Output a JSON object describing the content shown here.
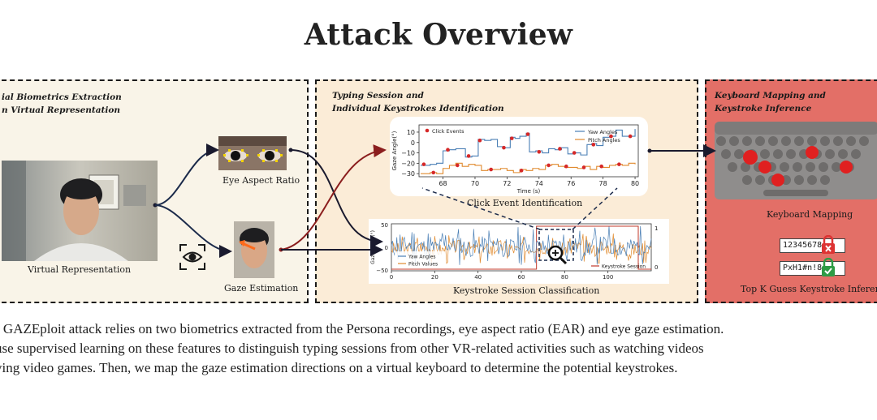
{
  "title": "Attack Overview",
  "panel1": {
    "title_line1": "ial Biometrics Extraction",
    "title_line2": "n Virtual Representation",
    "virtual_label": "Virtual Representation",
    "ear_label": "Eye Aspect Ratio",
    "gaze_label": "Gaze Estimation"
  },
  "panel2": {
    "title_line1": "Typing Session and",
    "title_line2": "Individual Keystrokes Identification",
    "click_label": "Click Event Identification",
    "session_label": "Keystroke Session Classification"
  },
  "panel3": {
    "title_line1": "Keyboard Mapping and",
    "title_line2": "Keystroke Inference",
    "mapping_label": "Keyboard Mapping",
    "guess_label": "Top K Guess Keystroke Inference",
    "password_a": "12345678",
    "password_b": "PxH1#n!8"
  },
  "chart_data": [
    {
      "type": "line",
      "title": "Click Event Identification",
      "xlabel": "Time (s)",
      "ylabel": "Gaze Angle(°)",
      "xlim": [
        66.5,
        80.2
      ],
      "ylim": [
        -33,
        17
      ],
      "xticks": [
        68,
        70,
        72,
        74,
        76,
        78,
        80
      ],
      "yticks": [
        10,
        0,
        -10,
        -20,
        -30
      ],
      "legend": "top-right",
      "series": [
        {
          "name": "Yaw Angles",
          "color": "#4a7fb5",
          "x": [
            66.6,
            67.2,
            67.6,
            68.0,
            68.4,
            68.8,
            69.0,
            69.4,
            69.8,
            70.2,
            70.6,
            71.0,
            71.4,
            71.8,
            72.2,
            72.5,
            72.8,
            73.2,
            73.4,
            73.8,
            74.2,
            74.6,
            75.0,
            75.4,
            75.8,
            76.2,
            76.6,
            77.0,
            77.3,
            77.6,
            78.0,
            78.4,
            78.8,
            79.2,
            79.6,
            80.0
          ],
          "y": [
            -22,
            -21,
            -20,
            -8,
            -7,
            -6,
            -6,
            -14,
            -13,
            3,
            2,
            3,
            -4,
            -5,
            5,
            4,
            6,
            9,
            -9,
            -8,
            -10,
            -6,
            -7,
            -5,
            -11,
            -10,
            -12,
            -2,
            -1,
            -3,
            5,
            6,
            12,
            6,
            6,
            13
          ]
        },
        {
          "name": "Pitch Angles",
          "color": "#e08a2e",
          "x": [
            66.6,
            67.2,
            67.6,
            68.0,
            68.4,
            68.8,
            69.2,
            69.6,
            70.0,
            70.4,
            70.8,
            71.2,
            71.6,
            72.0,
            72.4,
            72.8,
            73.2,
            73.6,
            74.0,
            74.4,
            74.8,
            75.2,
            75.6,
            76.0,
            76.4,
            76.8,
            77.2,
            77.6,
            78.0,
            78.4,
            78.8,
            79.2,
            79.6,
            80.0
          ],
          "y": [
            -30,
            -29,
            -30,
            -25,
            -22,
            -20,
            -23,
            -21,
            -22,
            -27,
            -26,
            -26,
            -25,
            -27,
            -29,
            -26,
            -27,
            -25,
            -26,
            -22,
            -21,
            -23,
            -24,
            -24,
            -25,
            -23,
            -26,
            -23,
            -24,
            -22,
            -21,
            -22,
            -20,
            -21
          ]
        }
      ],
      "markers": {
        "name": "Click Events",
        "color": "#d62828",
        "x": [
          66.8,
          67.4,
          68.3,
          68.9,
          69.6,
          70.3,
          71.0,
          71.8,
          72.3,
          72.9,
          73.3,
          74.0,
          74.6,
          75.3,
          75.7,
          76.2,
          76.8,
          77.4,
          77.9,
          78.5,
          79.0,
          79.7
        ],
        "y": [
          -21,
          -29,
          -7,
          -22,
          -13,
          2,
          -26,
          -5,
          4,
          -27,
          8,
          -9,
          -22,
          -6,
          -23,
          -10,
          -24,
          -2,
          -23,
          6,
          -21,
          6
        ]
      }
    },
    {
      "type": "line",
      "title": "Keystroke Session Classification",
      "ylabel": "Gaze Angle(°)",
      "xlim": [
        0,
        120
      ],
      "ylim": [
        -52,
        52
      ],
      "xticks": [
        0,
        20,
        40,
        60,
        80,
        100
      ],
      "yticks": [
        50,
        0,
        -50
      ],
      "y2ticks": [
        1,
        0
      ],
      "legend": "bottom-left",
      "series": [
        {
          "name": "Yaw Angles",
          "color": "#4a7fb5"
        },
        {
          "name": "Pitch Values",
          "color": "#e08a2e"
        },
        {
          "name": "Keystroke Session",
          "color": "#c0392b"
        }
      ],
      "session_ranges": [
        [
          67,
          114
        ]
      ]
    }
  ],
  "description": [
    "r GAZEploit attack relies on two biometrics extracted from the Persona recordings, eye aspect ratio (EAR) and eye gaze estimation.",
    " use supervised learning on these features to distinguish typing sessions from other VR-related activities such as watching videos",
    "ying video games. Then, we map the gaze estimation directions on a virtual keyboard to determine the potential keystrokes."
  ]
}
